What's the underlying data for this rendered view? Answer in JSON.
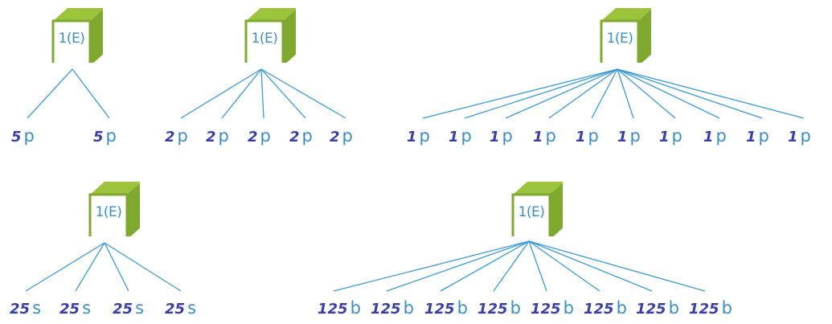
{
  "accent": {
    "edge_line": "#3a9ad6",
    "cube_front": "#ffffff",
    "cube_side": "#7ea82e",
    "cube_top": "#9bc43c",
    "label_blue": "#3a8fc6",
    "number_navy": "#3a3fa8"
  },
  "trees": [
    {
      "root": "1(E)",
      "leaves": [
        {
          "num": "5",
          "unit": "p"
        },
        {
          "num": "5",
          "unit": "p"
        }
      ]
    },
    {
      "root": "1(E)",
      "leaves": [
        {
          "num": "2",
          "unit": "p"
        },
        {
          "num": "2",
          "unit": "p"
        },
        {
          "num": "2",
          "unit": "p"
        },
        {
          "num": "2",
          "unit": "p"
        },
        {
          "num": "2",
          "unit": "p"
        }
      ]
    },
    {
      "root": "1(E)",
      "leaves": [
        {
          "num": "1",
          "unit": "p"
        },
        {
          "num": "1",
          "unit": "p"
        },
        {
          "num": "1",
          "unit": "p"
        },
        {
          "num": "1",
          "unit": "p"
        },
        {
          "num": "1",
          "unit": "p"
        },
        {
          "num": "1",
          "unit": "p"
        },
        {
          "num": "1",
          "unit": "p"
        },
        {
          "num": "1",
          "unit": "p"
        },
        {
          "num": "1",
          "unit": "p"
        },
        {
          "num": "1",
          "unit": "p"
        }
      ]
    },
    {
      "root": "1(E)",
      "leaves": [
        {
          "num": "25",
          "unit": "s"
        },
        {
          "num": "25",
          "unit": "s"
        },
        {
          "num": "25",
          "unit": "s"
        },
        {
          "num": "25",
          "unit": "s"
        }
      ]
    },
    {
      "root": "1(E)",
      "leaves": [
        {
          "num": "125",
          "unit": "b"
        },
        {
          "num": "125",
          "unit": "b"
        },
        {
          "num": "125",
          "unit": "b"
        },
        {
          "num": "125",
          "unit": "b"
        },
        {
          "num": "125",
          "unit": "b"
        },
        {
          "num": "125",
          "unit": "b"
        },
        {
          "num": "125",
          "unit": "b"
        },
        {
          "num": "125",
          "unit": "b"
        }
      ]
    }
  ]
}
